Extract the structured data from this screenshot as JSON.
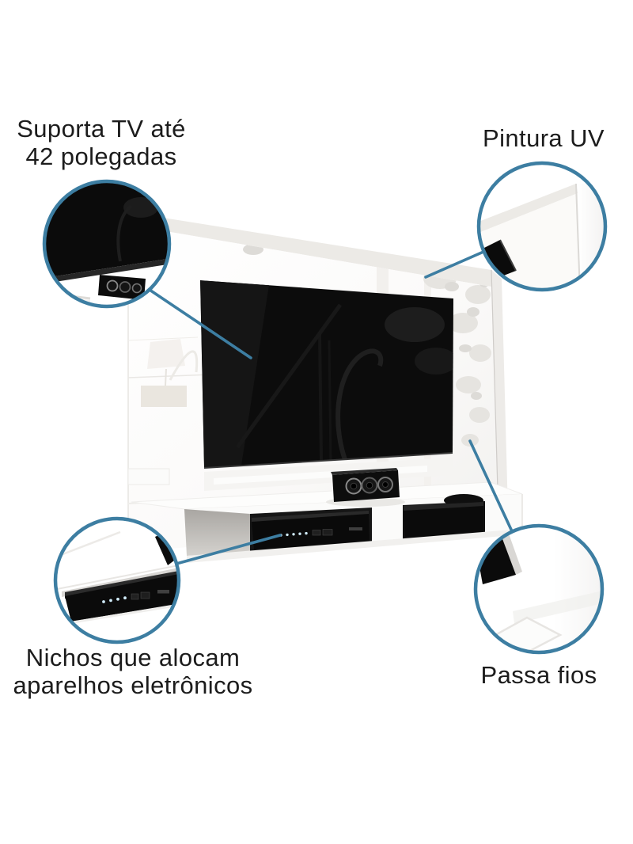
{
  "colors": {
    "background": "#ffffff",
    "accent": "#3d7ea2",
    "text": "#1c1c1c",
    "tv_black": "#0c0c0c",
    "panel_white": "#f7f6f4",
    "shelf_gray_end": "#b2afab"
  },
  "callouts": {
    "top_left": {
      "position": "top-left",
      "lines": [
        "Suporta TV até",
        "42 polegadas"
      ]
    },
    "top_right": {
      "position": "top-right",
      "lines": [
        "Pintura UV"
      ]
    },
    "bottom_left": {
      "position": "bottom-left",
      "lines": [
        "Nichos que alocam",
        "aparelhos eletrônicos"
      ]
    },
    "bottom_right": {
      "position": "bottom-right",
      "lines": [
        "Passa fios"
      ]
    }
  }
}
